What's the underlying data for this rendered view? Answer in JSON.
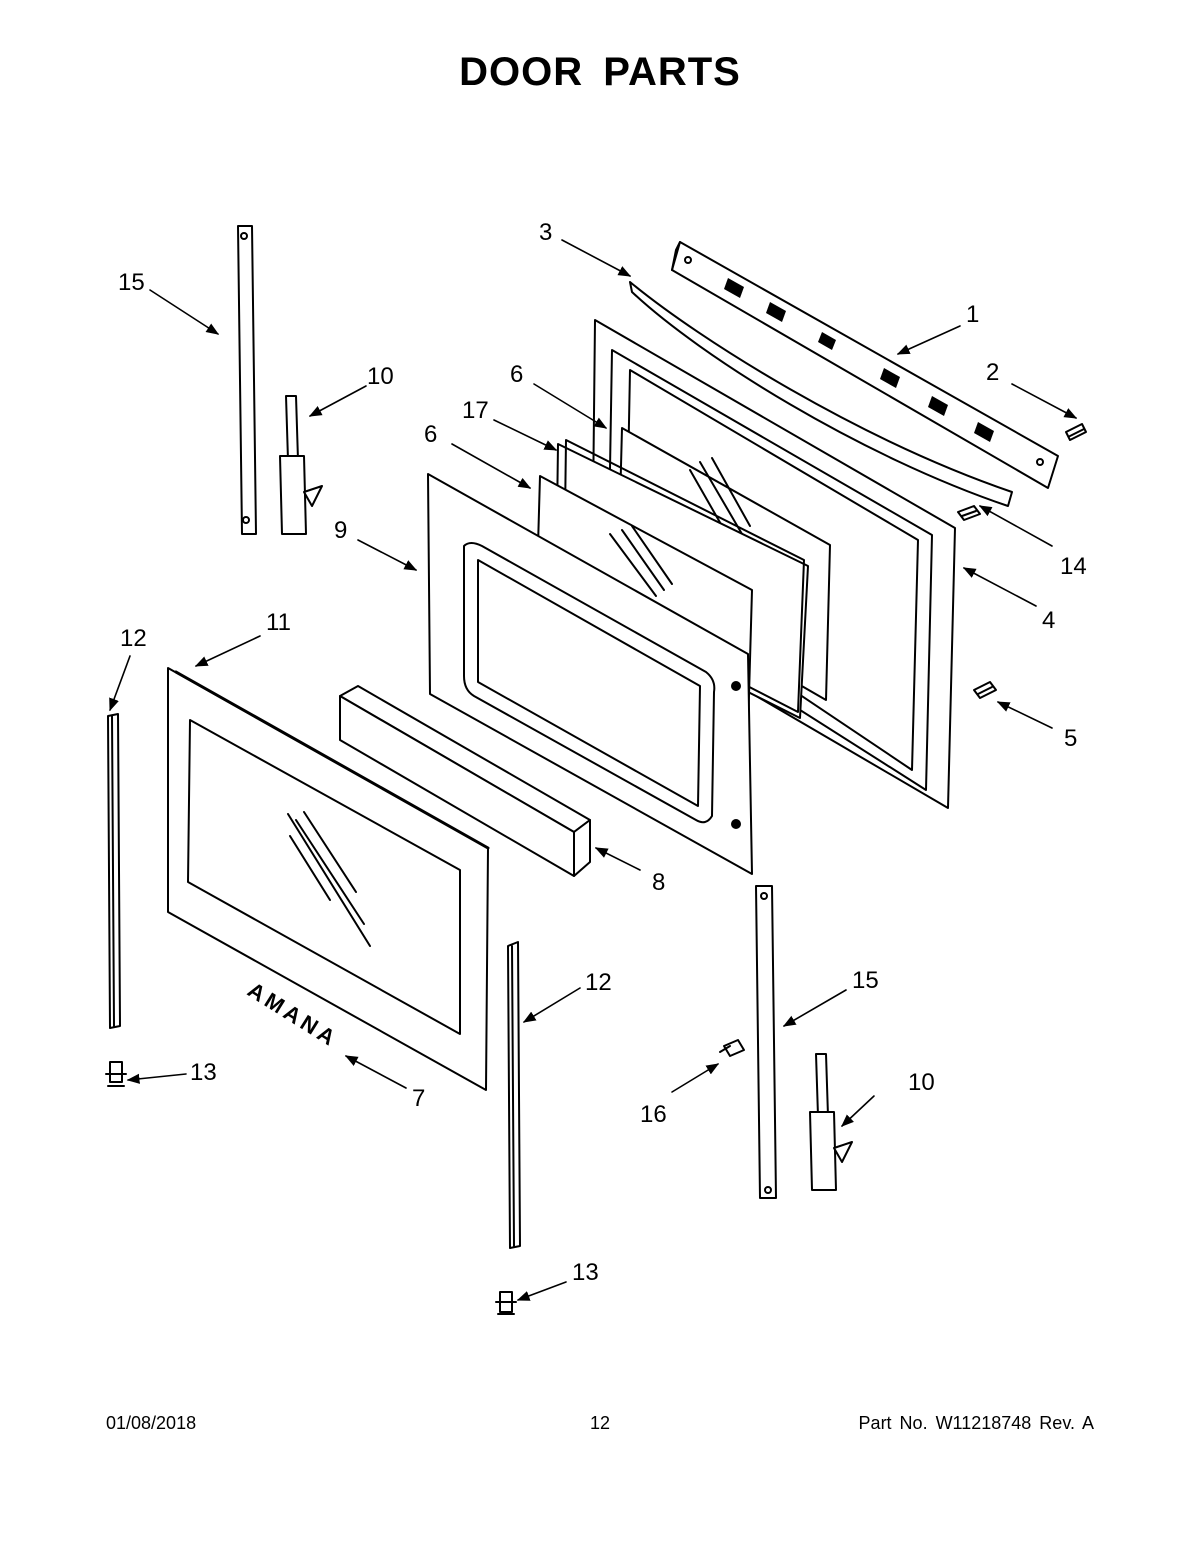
{
  "title": "DOOR PARTS",
  "brand_logo_text": "AMANA",
  "callouts": {
    "c1": "1",
    "c2": "2",
    "c3": "3",
    "c4": "4",
    "c5": "5",
    "c6a": "6",
    "c6b": "6",
    "c7": "7",
    "c8": "8",
    "c9": "9",
    "c10a": "10",
    "c10b": "10",
    "c11": "11",
    "c12a": "12",
    "c12b": "12",
    "c13a": "13",
    "c13b": "13",
    "c14": "14",
    "c15a": "15",
    "c15b": "15",
    "c16": "16",
    "c17": "17"
  },
  "footer": {
    "date": "01/08/2018",
    "page": "12",
    "part": "Part No.  W11218748  Rev.  A"
  }
}
